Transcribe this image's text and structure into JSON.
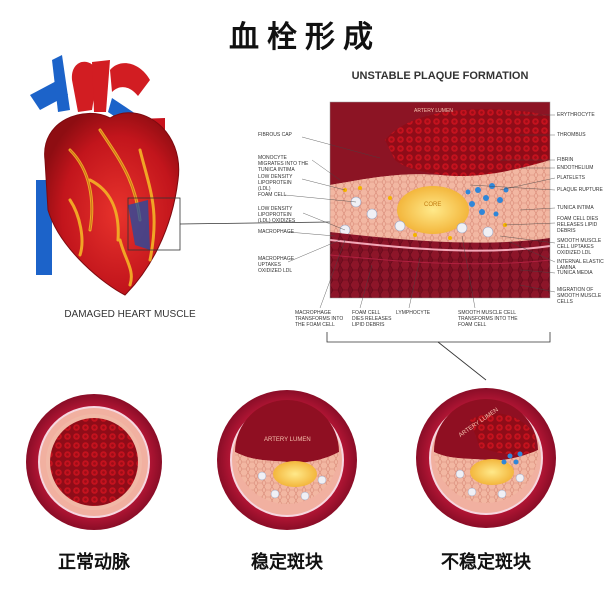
{
  "title": "血栓形成",
  "heart": {
    "caption": "DAMAGED HEART MUSCLE"
  },
  "plaque": {
    "title": "UNSTABLE PLAQUE FORMATION",
    "lumen_label": "ARTERY LUMEN",
    "core_label": "CORE",
    "left_labels": [
      "FIBROUS CAP",
      "MONOCYTE MIGRATES INTO THE TUNICA INTIMA",
      "LOW DENSITY LIPOPROTEIN (LDL)",
      "FOAM CELL",
      "LOW DENSITY LIPOPROTEIN (LDL) OXIDIZES",
      "MACROPHAGE",
      "MACROPHAGE UPTAKES OXIDIZED LDL"
    ],
    "right_labels": [
      "ERYTHROCYTE",
      "THROMBUS",
      "FIBRIN",
      "ENDOTHELIUM",
      "PLATELETS",
      "PLAQUE RUPTURE",
      "TUNICA INTIMA",
      "FOAM CELL DIES RELEASES LIPID DEBRIS",
      "SMOOTH MUSCLE CELL UPTAKES OXIDIZED LDL",
      "INTERNAL ELASTIC LAMINA",
      "TUNICA MEDIA",
      "MIGRATION OF SMOOTH MUSCLE CELLS"
    ],
    "bottom_labels": [
      "MACROPHAGE TRANSFORMS INTO THE FOAM CELL",
      "FOAM CELL DIES RELEASES LIPID DEBRIS",
      "LYMPHOCYTE",
      "SMOOTH MUSCLE CELL TRANSFORMS INTO THE FOAM CELL"
    ]
  },
  "cross_sections": [
    {
      "caption": "正常动脉",
      "lumen_label": ""
    },
    {
      "caption": "稳定斑块",
      "lumen_label": "ARTERY LUMEN"
    },
    {
      "caption": "不稳定斑块",
      "lumen_label": "ARTERY LUMEN"
    }
  ]
}
